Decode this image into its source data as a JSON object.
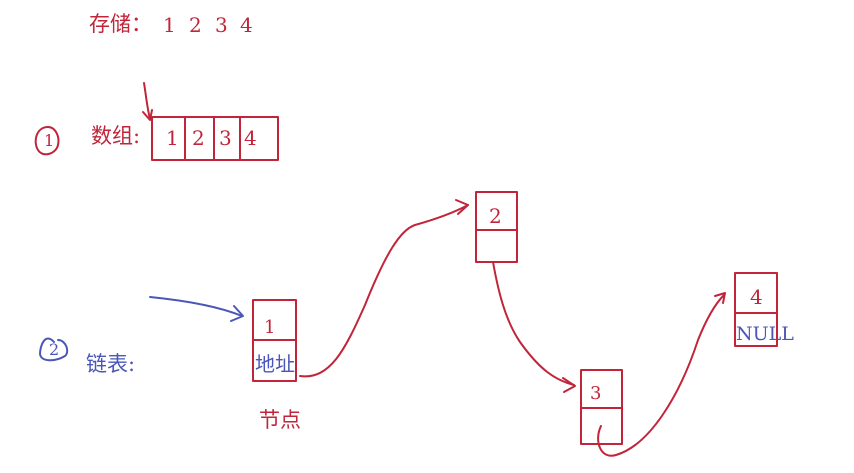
{
  "storage": {
    "label": "存储：",
    "values": [
      "1",
      "2",
      "3",
      "4"
    ]
  },
  "array_section": {
    "marker": "1",
    "label": "数组:",
    "cells": [
      "1",
      "2",
      "3",
      "4"
    ]
  },
  "list_section": {
    "marker": "2",
    "label": "链表:",
    "node_label": "节点",
    "nodes": [
      {
        "value": "1",
        "pointer": "地址"
      },
      {
        "value": "2",
        "pointer": ""
      },
      {
        "value": "3",
        "pointer": ""
      },
      {
        "value": "4",
        "pointer": "NULL"
      }
    ]
  },
  "colors": {
    "red": "#c0253a",
    "blue": "#4a56b8"
  }
}
